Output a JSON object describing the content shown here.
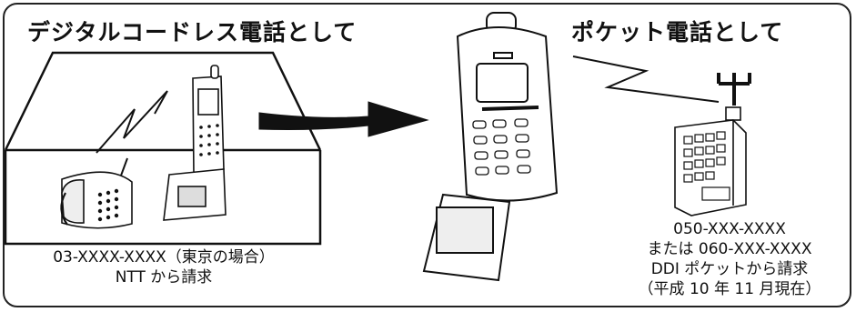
{
  "headings": {
    "cordless": "デジタルコードレス電話として",
    "pocket": "ポケット電話として"
  },
  "left_caption": {
    "number": "03-XXXX-XXXX（東京の場合）",
    "billing": "NTT から請求"
  },
  "right_caption": {
    "number_1": "050-XXX-XXXX",
    "number_2": "または 060-XXX-XXXX",
    "billing": "DDI ポケットから請求",
    "note": "（平成 10 年 11 月現在）"
  },
  "icons": [
    "house-icon",
    "base-phone-icon",
    "handset-icon",
    "lightning-icon",
    "arrow-icon",
    "phone-large-icon",
    "antenna-icon",
    "building-icon"
  ]
}
